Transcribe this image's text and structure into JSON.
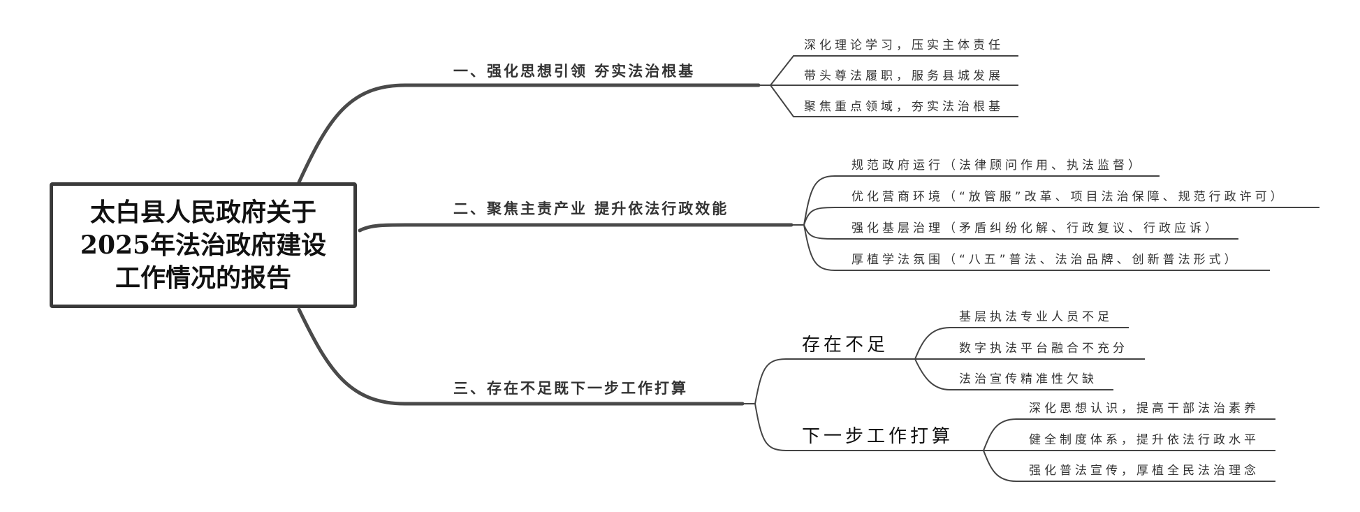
{
  "root": {
    "title_lines": [
      "太白县人民政府关于",
      "2025年法治政府建设",
      "工作情况的报告"
    ]
  },
  "branches": [
    {
      "label": "一、强化思想引领 夯实法治根基",
      "children": [
        "深化理论学习，压实主体责任",
        "带头尊法履职，服务县城发展",
        "聚焦重点领域，夯实法治根基"
      ]
    },
    {
      "label": "二、聚焦主责产业 提升依法行政效能",
      "children": [
        "规范政府运行（法律顾问作用、执法监督）",
        "优化营商环境（“放管服”改革、项目法治保障、规范行政许可）",
        "强化基层治理（矛盾纠纷化解、行政复议、行政应诉）",
        "厚植学法氛围（“八五”普法、法治品牌、创新普法形式）"
      ]
    },
    {
      "label": "三、存在不足既下一步工作打算",
      "subtopics": [
        {
          "label": "存在不足",
          "children": [
            "基层执法专业人员不足",
            "数字执法平台融合不充分",
            "法治宣传精准性欠缺"
          ]
        },
        {
          "label": "下一步工作打算",
          "children": [
            "深化思想认识，提高干部法治素养",
            "健全制度体系，提升依法行政水平",
            "强化普法宣传，厚植全民法治理念"
          ]
        }
      ]
    }
  ],
  "colors": {
    "main_line": "#4a4a4a",
    "thin_line": "#444444"
  }
}
